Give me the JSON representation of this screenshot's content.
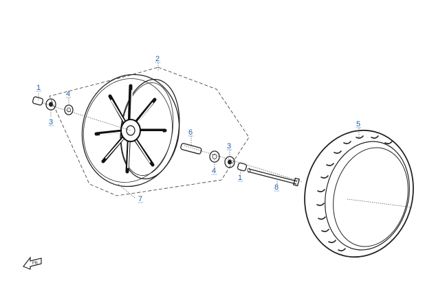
{
  "callouts": {
    "c1a": "1",
    "c1b": "1",
    "c2": "2",
    "c3a": "3",
    "c3b": "3",
    "c4a": "4",
    "c4b": "4",
    "c5": "5",
    "c6": "6",
    "c7": "7",
    "c8": "8"
  },
  "colors": {
    "callout": "#1f5fa8",
    "line": "#222222"
  },
  "icons": {
    "direction_arrow": "front-arrow-icon"
  }
}
